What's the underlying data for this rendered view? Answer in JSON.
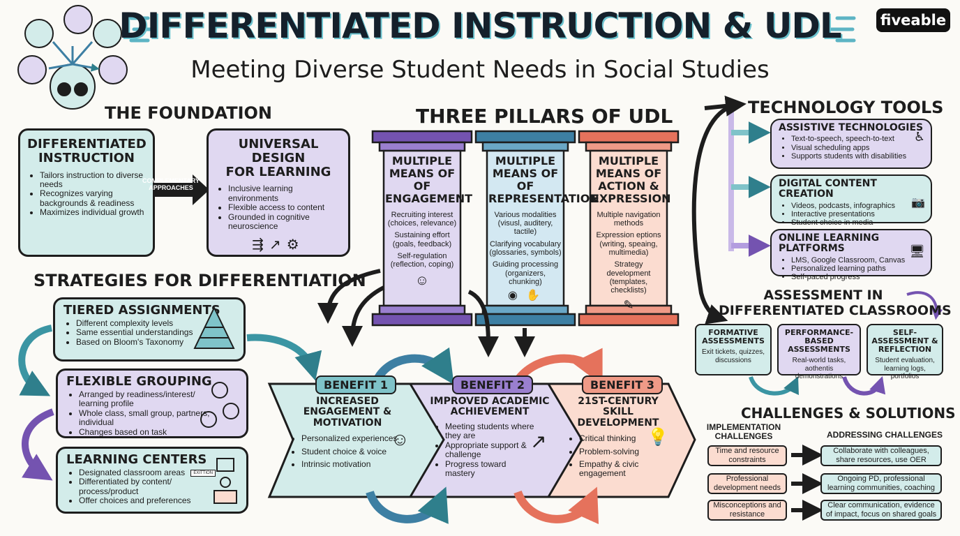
{
  "header": {
    "title": "DIFFERENTIATED INSTRUCTION & UDL",
    "subtitle": "Meeting Diverse Student Needs in Social Studies",
    "brand": "fiveable"
  },
  "foundation": {
    "heading": "THE FOUNDATION",
    "di": {
      "title_line1": "DIFFERENTIATED",
      "title_line2": "INSTRUCTION",
      "items": [
        "Tailors instruction to diverse needs",
        "Recognizes varying backgrounds & readiness",
        "Maximizes individual growth"
      ]
    },
    "connector": {
      "line1": "COMPLEMENTARY",
      "line2": "APPROACHES"
    },
    "udl": {
      "title_line1": "UNIVERSAL DESIGN",
      "title_line2": "FOR LEARNING",
      "items": [
        "Inclusive learning environments",
        "Flexible access to content",
        "Grounded in cognitive neuroscience"
      ]
    }
  },
  "strategies": {
    "heading": "STRATEGIES FOR DIFFERENTIATION",
    "tiered": {
      "title": "TIERED ASSIGNMENTS",
      "items": [
        "Different complexity levels",
        "Same essential understandings",
        "Based on Bloom's Taxonomy"
      ]
    },
    "grouping": {
      "title": "FLEXIBLE GROUPING",
      "items": [
        "Arranged by readiness/interest/ learning profile",
        "Whole class, small group, partners, individual",
        "Changes based on task"
      ]
    },
    "centers": {
      "title": "LEARNING CENTERS",
      "items": [
        "Designated classroom areas",
        "Differentiated by content/ process/product",
        "Offer choices and preferences"
      ],
      "sign_text": "EXITTION"
    }
  },
  "pillars": {
    "heading": "THREE PILLARS OF UDL",
    "engagement": {
      "title": "MULTIPLE MEANS OF OF ENGAGEMENT",
      "lines": [
        "Recruiting interest (choices, relevance)",
        "Sustaining effort (goals, feedback)",
        "Self-regulation (reflection, coping)"
      ]
    },
    "representation": {
      "title": "MULTIPLE MEANS OF OF REPRESENTATION",
      "lines": [
        "Various modalities (visusl, auditery, tactile)",
        "Clarifying vocabulary (glossaries, symbols)",
        "Guiding processing (organizers, chunking)"
      ]
    },
    "action": {
      "title": "MULTIPLE MEANS OF ACTION & EXPRESSION",
      "lines": [
        "Multiple navigation methods",
        "Expression eptions (writing, speaing, multimedia)",
        "Strategy development (templates, checklists)"
      ]
    }
  },
  "benefits": {
    "b1": {
      "badge": "BENEFIT 1",
      "title": "INCREASED ENGAGEMENT & MOTIVATION",
      "items": [
        "Personalized experiences",
        "Student choice & voice",
        "Intrinsic motivation"
      ]
    },
    "b2": {
      "badge": "BENEFIT 2",
      "title": "IMPROVED ACADEMIC ACHIEVEMENT",
      "items": [
        "Meeting students where they are",
        "Appropriate support & challenge",
        "Progress toward mastery"
      ]
    },
    "b3": {
      "badge": "BENEFIT 3",
      "title": "21ST-CENTURY SKILL DEVELOPMENT",
      "items": [
        "Critical thinking",
        "Problem-solving",
        "Empathy & civic engagement"
      ]
    }
  },
  "tech": {
    "heading": "TECHNOLOGY TOOLS",
    "assistive": {
      "title": "ASSISTIVE TECHNOLOGIES",
      "items": [
        "Text-to-speech, speech-to-text",
        "Visual scheduling apps",
        "Supports students with disabilities"
      ]
    },
    "digital": {
      "title": "DIGITAL CONTENT CREATION",
      "items": [
        "Videos, podcasts, infographics",
        "Interactive presentations",
        "Student choice in media"
      ]
    },
    "online": {
      "title": "ONLINE LEARNING PLATFORMS",
      "items": [
        "LMS, Google Classroom, Canvas",
        "Personalized learning paths",
        "Self-paced progress"
      ]
    }
  },
  "assessment": {
    "heading_line1": "ASSESSMENT IN",
    "heading_line2": "DIFFERENTIATED CLASSROOMS",
    "formative": {
      "title": "FORMATIVE ASSESSMENTS",
      "text": "Exit tickets, quizzes, discussions"
    },
    "performance": {
      "title": "PERFORMANCE-BASED ASSESSMENTS",
      "text": "Real-world tasks, aothentis demonstrations"
    },
    "self": {
      "title": "SELF-ASSESSMENT & REFLECTION",
      "text": "Student evaluation, learning logs, portfolios"
    }
  },
  "challenges": {
    "heading": "CHALLENGES & SOLUTIONS",
    "left_heading_line1": "IMPLEMENTATION",
    "left_heading_line2": "CHALLENGES",
    "right_heading": "ADDRESSING CHALLENGES",
    "rows": [
      {
        "challenge": "Time and resource constraints",
        "solution": "Collaborate with colleagues, share resources, use OER"
      },
      {
        "challenge": "Professional development needs",
        "solution": "Ongoing PD, professional learning communities, coaching"
      },
      {
        "challenge": "Misconceptions and resistance",
        "solution": "Clear communication, evidence of impact, focus on shared goals"
      }
    ]
  },
  "colors": {
    "teal": "#d3ecea",
    "lavender": "#e0d8f1",
    "peach": "#fbdcd0",
    "purple": "#6b4aa8",
    "blue": "#3d7fa3",
    "coral": "#e5725c"
  }
}
